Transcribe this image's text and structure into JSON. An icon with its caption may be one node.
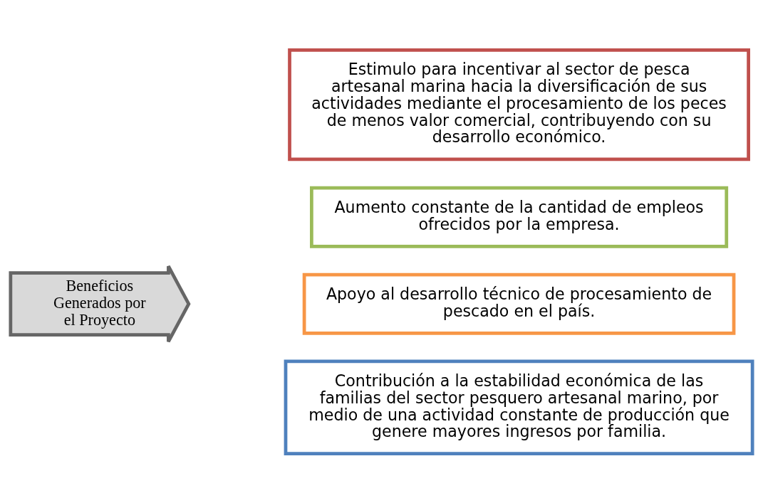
{
  "diagram": {
    "nodes": [
      {
        "text": [
          "Beneficios Generados por el Proyecto"
        ]
      },
      {
        "text": [
          "Estimulo para incentivar al sector de pesca artesanal marina hacia la diversificación de sus actividades mediante el procesamiento de los peces de menos valor comercial, contribuyendo con su desarrollo económico."
        ]
      },
      {
        "text": [
          "Aumento constante de la cantidad de empleos ofrecidos por la empresa."
        ]
      },
      {
        "text": [
          "Apoyo al desarrollo técnico de procesamiento de pescado en el país."
        ]
      },
      {
        "text": [
          "Contribución a la estabilidad económica de las familias del sector pesquero artesanal marino, por medio de una actividad constante de producción que genere mayores ingresos por familia."
        ]
      }
    ]
  }
}
